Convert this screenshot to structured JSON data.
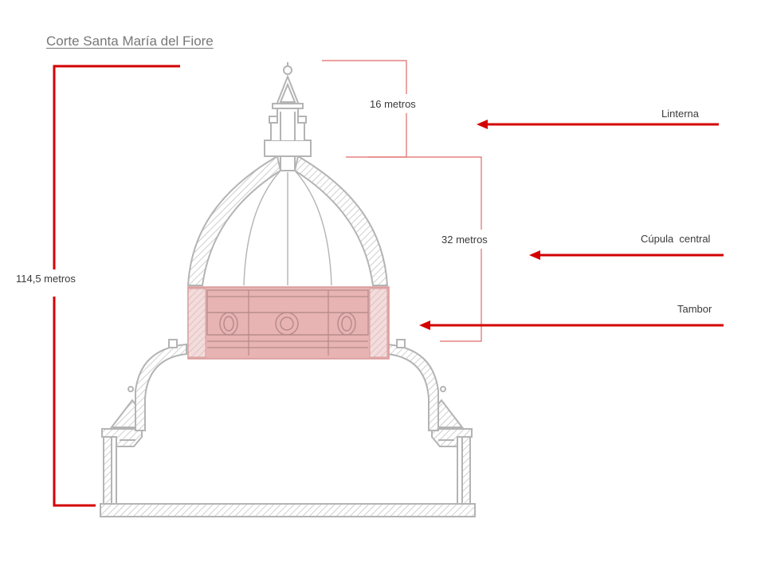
{
  "title": "Corte Santa María del Fiore",
  "dimensions": {
    "total": "114,5 metros",
    "lantern": "16 metros",
    "dome": "32 metros"
  },
  "parts": {
    "lantern": "Linterna",
    "dome": "Cúpula  central",
    "drum": "Tambor"
  },
  "colors": {
    "accent": "#d40000",
    "drawing": "#b4b4b4",
    "drum_highlight": "#e8b3b3",
    "leader": "#e06a6a"
  }
}
